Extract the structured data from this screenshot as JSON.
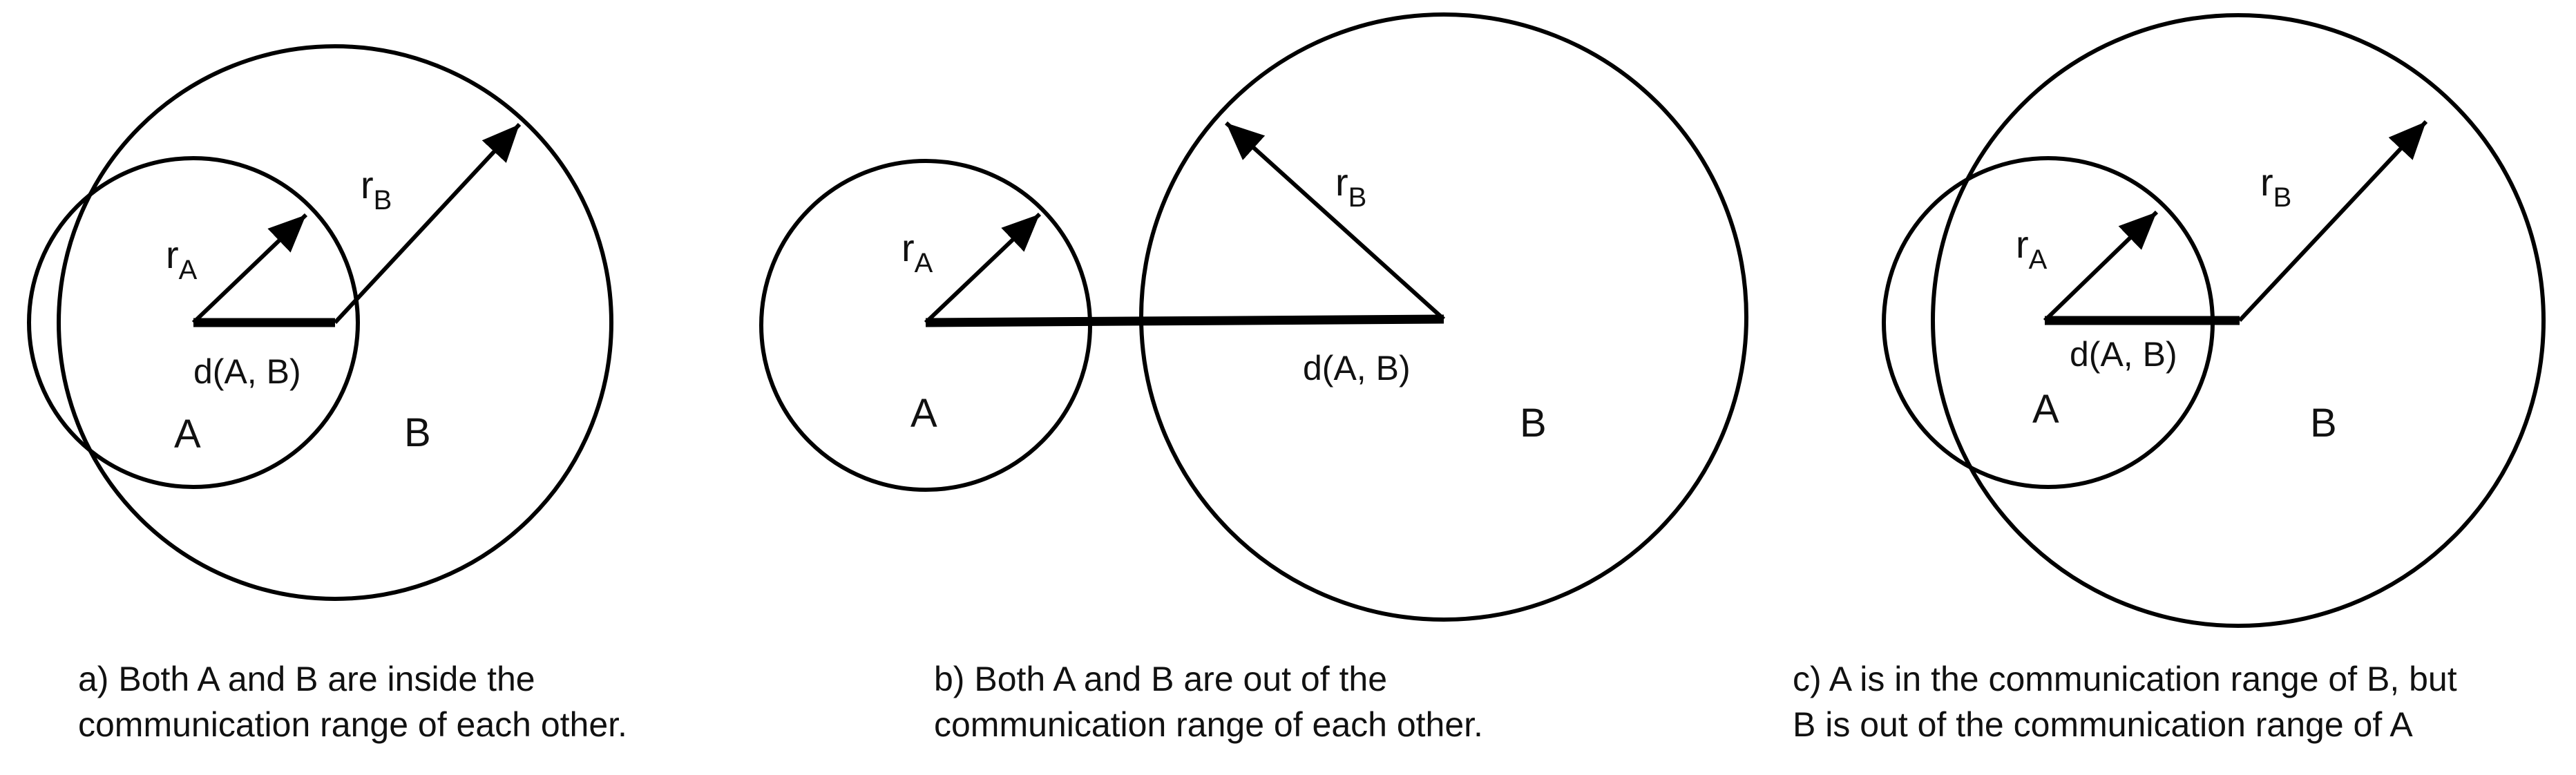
{
  "panels": [
    {
      "node_a": "A",
      "node_b": "B",
      "radius_a": {
        "base": "r",
        "sub": "A"
      },
      "radius_b": {
        "base": "r",
        "sub": "B"
      },
      "distance": "d(A, B)",
      "caption": [
        "a) Both A and B are inside the",
        "communication range of each other."
      ]
    },
    {
      "node_a": "A",
      "node_b": "B",
      "radius_a": {
        "base": "r",
        "sub": "A"
      },
      "radius_b": {
        "base": "r",
        "sub": "B"
      },
      "distance": "d(A, B)",
      "caption": [
        "b) Both A and B are out of the",
        "communication range of each other."
      ]
    },
    {
      "node_a": "A",
      "node_b": "B",
      "radius_a": {
        "base": "r",
        "sub": "A"
      },
      "radius_b": {
        "base": "r",
        "sub": "B"
      },
      "distance": "d(A, B)",
      "caption": [
        "c) A is in the communication range of B, but",
        "B is out of the communication range of A"
      ]
    }
  ]
}
